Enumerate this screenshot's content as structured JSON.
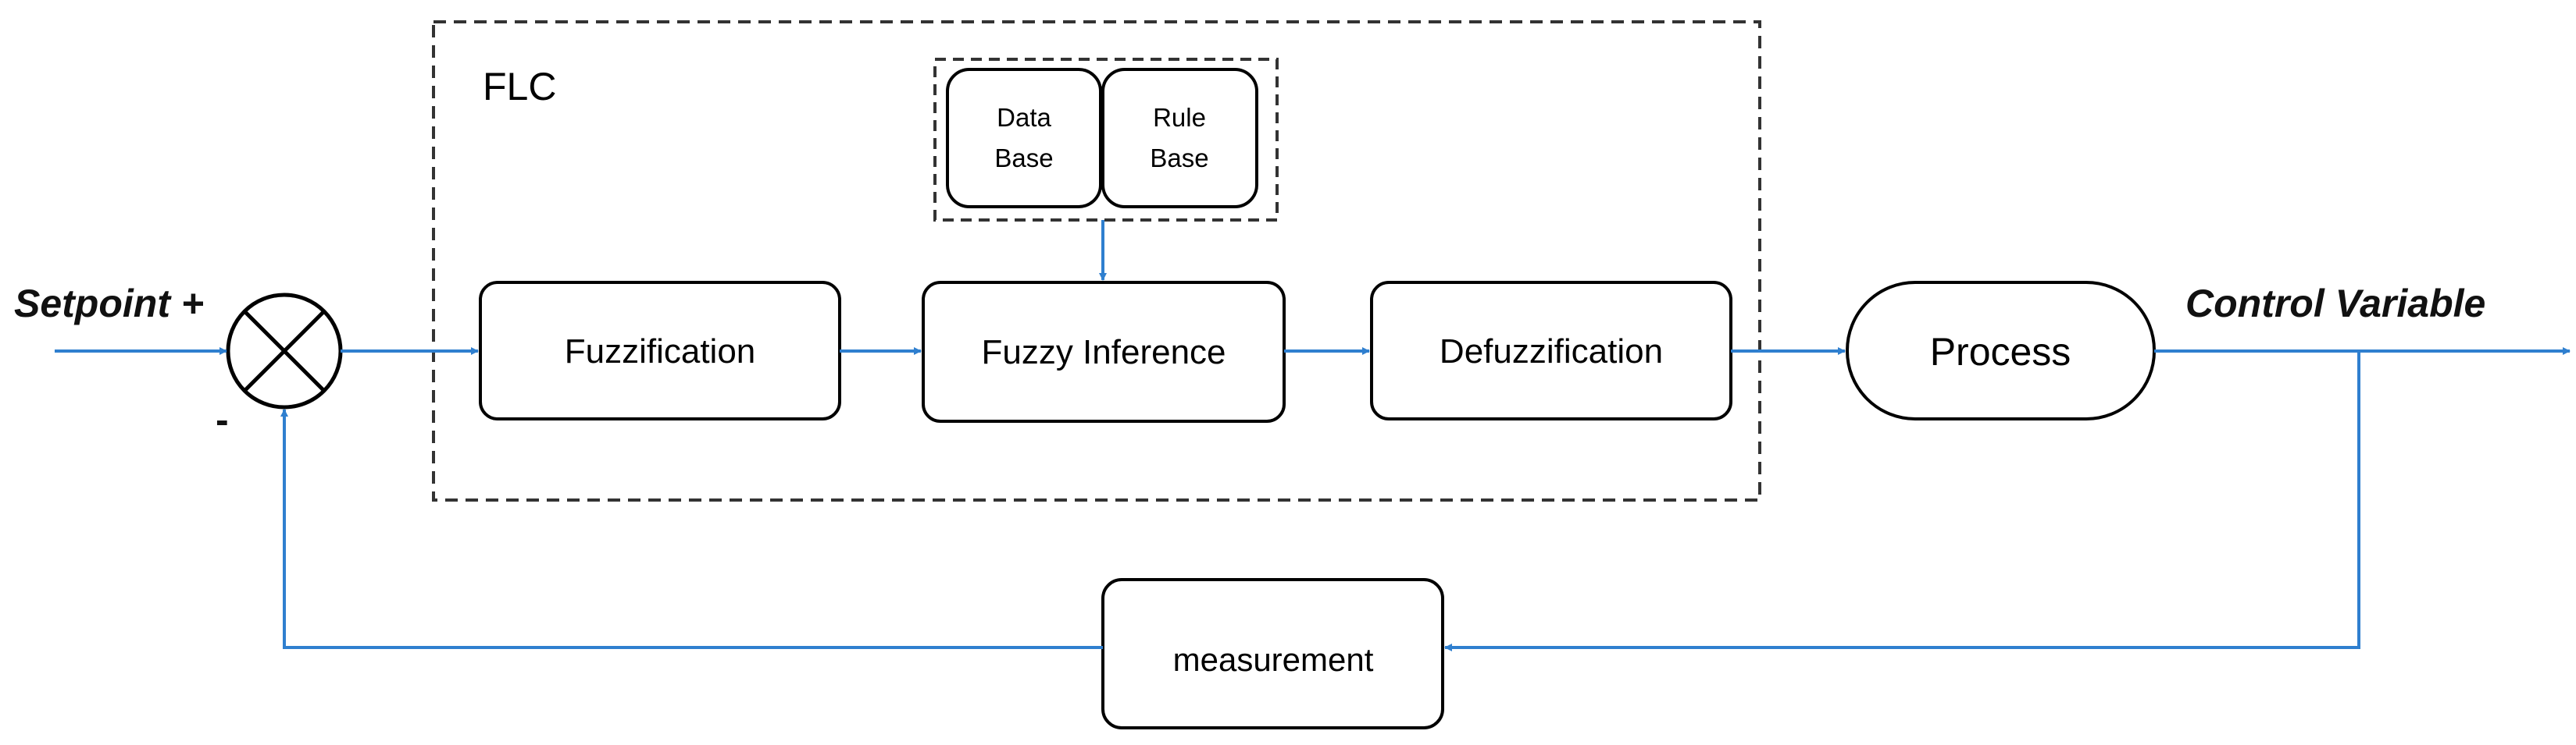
{
  "labels": {
    "flc": "FLC",
    "data_base_line1": "Data",
    "data_base_line2": "Base",
    "rule_base_line1": "Rule",
    "rule_base_line2": "Base",
    "fuzzification": "Fuzzification",
    "fuzzy_inference": "Fuzzy Inference",
    "defuzzification": "Defuzzification",
    "process": "Process",
    "measurement": "measurement",
    "setpoint": "Setpoint +",
    "minus": "-",
    "control_variable": "Control Variable"
  },
  "colors": {
    "arrow": "#2f7fcf",
    "box_stroke": "#000000",
    "dashed_stroke": "#333333"
  }
}
